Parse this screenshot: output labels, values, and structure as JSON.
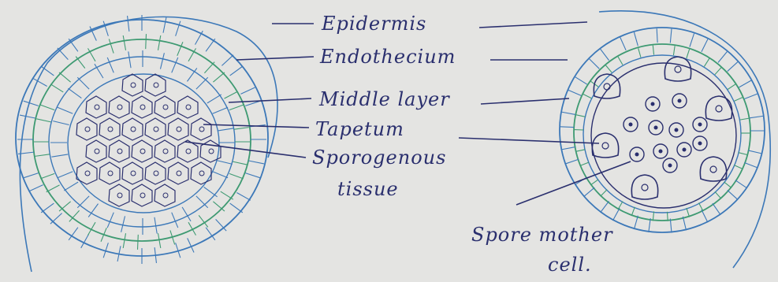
{
  "labels": {
    "epidermis": "Epidermis",
    "endothecium": "Endothecium",
    "middle_layer": "Middle layer",
    "tapetum": "Tapetum",
    "sporogenous_line1": "Sporogenous",
    "sporogenous_line2": "tissue",
    "spore_mother_line1": "Spore mother",
    "spore_mother_line2": "cell."
  },
  "colors": {
    "paper": "#e4e4e2",
    "ink_blue": "#3c78b8",
    "ink_green": "#3e9a72",
    "ink_dark": "#2a2f6e"
  }
}
